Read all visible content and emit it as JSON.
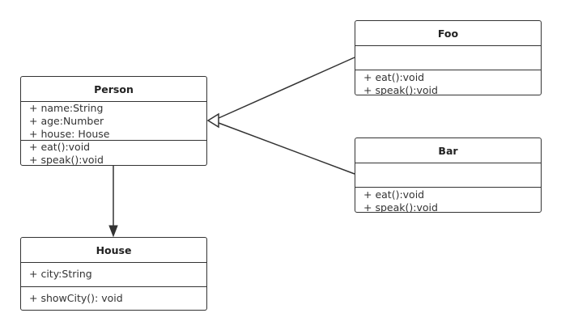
{
  "diagram": {
    "classes": {
      "person": {
        "name": "Person",
        "attributes": [
          "+ name:String",
          "+ age:Number",
          "+ house: House"
        ],
        "operations": [
          "+ eat():void",
          "+ speak():void"
        ]
      },
      "foo": {
        "name": "Foo",
        "attributes": [],
        "operations": [
          "+ eat():void",
          "+ speak():void"
        ]
      },
      "bar": {
        "name": "Bar",
        "attributes": [],
        "operations": [
          "+ eat():void",
          "+ speak():void"
        ]
      },
      "house": {
        "name": "House",
        "attributes": [
          "+ city:String"
        ],
        "operations": [
          "+ showCity(): void"
        ]
      }
    },
    "relations": [
      {
        "type": "generalization",
        "from": "Foo",
        "to": "Person"
      },
      {
        "type": "generalization",
        "from": "Bar",
        "to": "Person"
      },
      {
        "type": "association",
        "from": "Person",
        "to": "House"
      }
    ],
    "colors": {
      "stroke": "#333333",
      "fill": "#ffffff",
      "text": "#222222"
    }
  }
}
